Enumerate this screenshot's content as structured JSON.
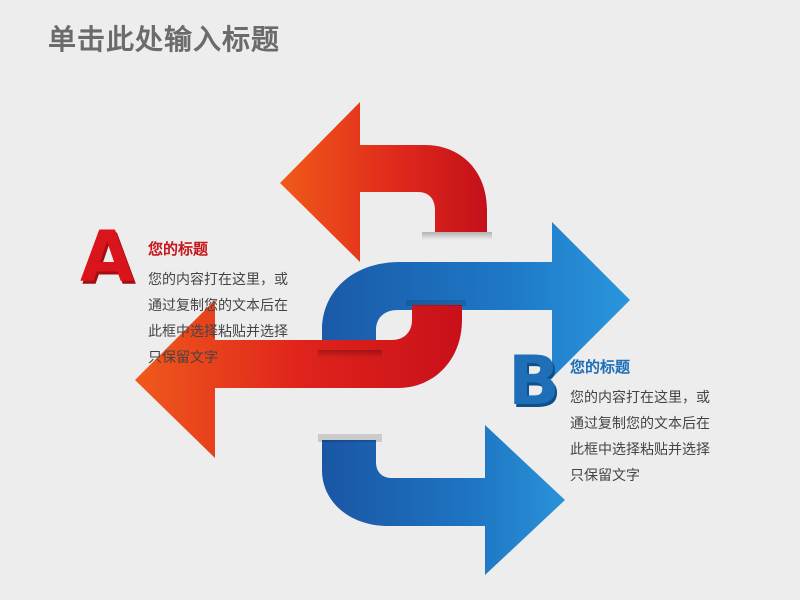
{
  "slide": {
    "title": "单击此处输入标题"
  },
  "colors": {
    "red": "#d9141a",
    "blue": "#1e6fb8",
    "title_gray": "#6b6b6b",
    "background": "#ededed"
  },
  "item_a": {
    "letter": "A",
    "heading": "您的标题",
    "lines": [
      "您的内容打在这里，或",
      "通过复制您的文本后在",
      "此框中选择粘贴并选择",
      "只保留文字"
    ]
  },
  "item_b": {
    "letter": "B",
    "heading": "您的标题",
    "lines": [
      "您的内容打在这里，或",
      "通过复制您的文本后在",
      "此框中选择粘贴并选择",
      "只保留文字"
    ]
  }
}
